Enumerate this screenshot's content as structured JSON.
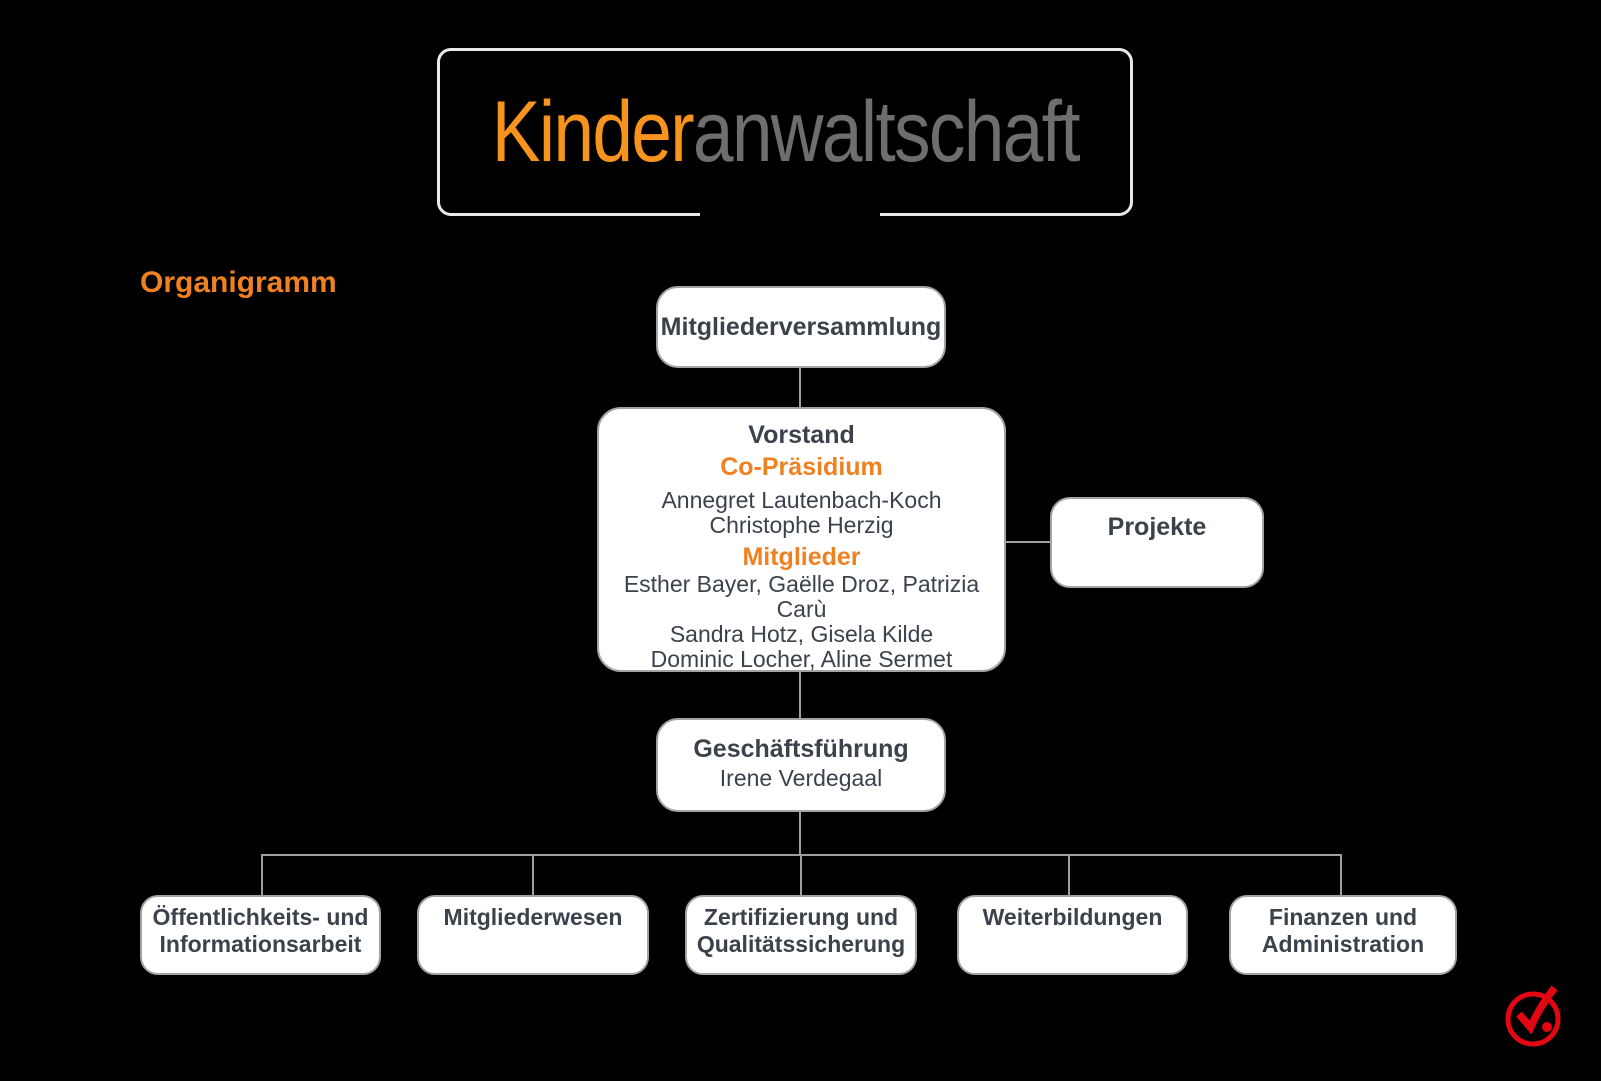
{
  "colors": {
    "background": "#000000",
    "accent_orange": "#F08121",
    "logo_orange": "#F7941E",
    "logo_gray": "#6E6E6E",
    "text_dark": "#3A424C",
    "connector_gray": "#9E9E9E",
    "box_background": "#FFFFFF",
    "box_border": "#A3A3A3",
    "checkmark_red": "#E30613"
  },
  "logo": {
    "part1": "Kinder",
    "part2": "anwaltschaft"
  },
  "page_label": "Organigramm",
  "org": {
    "mitgliederversammlung": {
      "title": "Mitgliederversammlung"
    },
    "vorstand": {
      "title": "Vorstand",
      "sections": [
        {
          "heading": "Co-Präsidium",
          "members": [
            "Annegret Lautenbach-Koch",
            "Christophe Herzig"
          ]
        },
        {
          "heading": "Mitglieder",
          "members": [
            "Esther Bayer, Gaëlle Droz, Patrizia Carù",
            "Sandra Hotz, Gisela Kilde",
            "Dominic Locher, Aline Sermet"
          ]
        }
      ]
    },
    "projekte": {
      "title": "Projekte"
    },
    "geschaeftsfuehrung": {
      "title": "Geschäftsführung",
      "person": "Irene Verdegaal"
    },
    "departments": [
      {
        "lines": [
          "Öffentlichkeits- und",
          "Informationsarbeit"
        ]
      },
      {
        "lines": [
          "Mitgliederwesen"
        ]
      },
      {
        "lines": [
          "Zertifizierung und",
          "Qualitätssicherung"
        ]
      },
      {
        "lines": [
          "Weiterbildungen"
        ]
      },
      {
        "lines": [
          "Finanzen und",
          "Administration"
        ]
      }
    ]
  },
  "footer_logo": {
    "icon": "checkmark-circle"
  }
}
